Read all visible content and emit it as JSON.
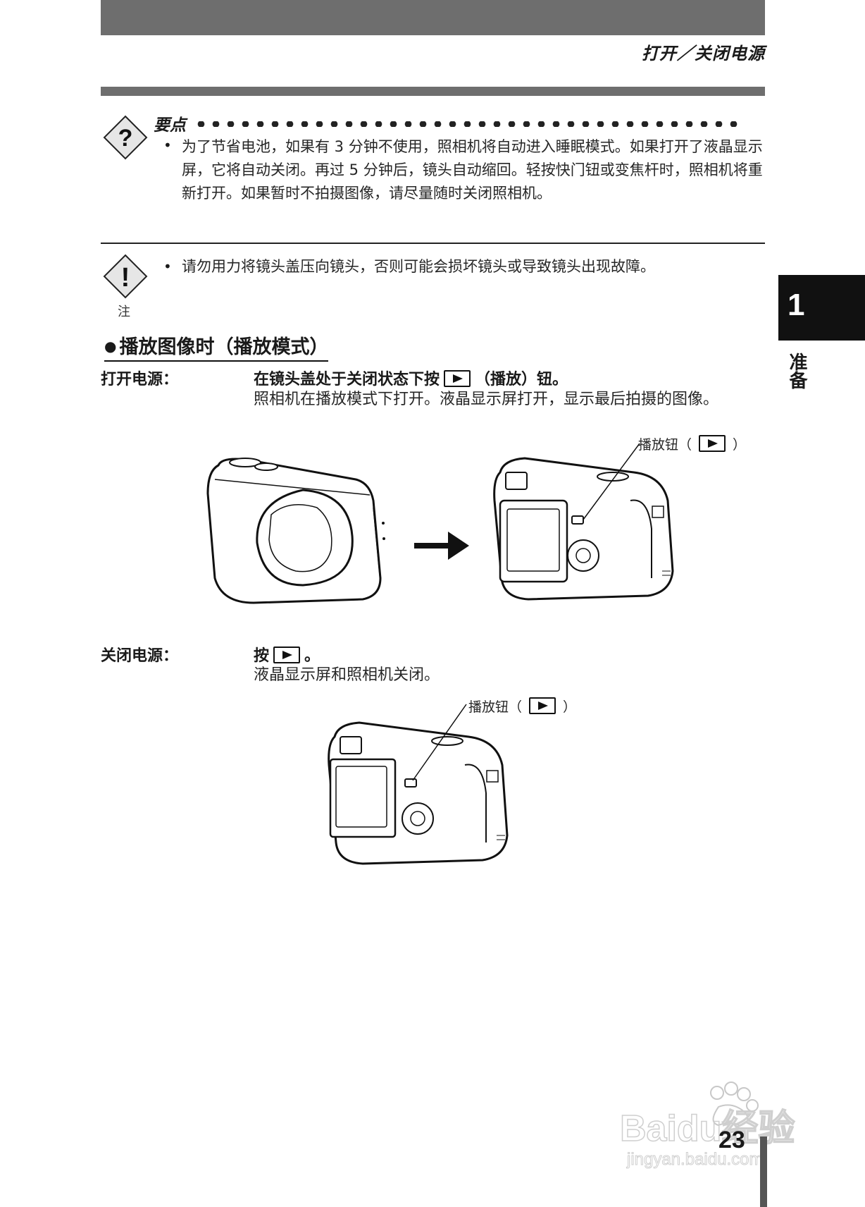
{
  "header": {
    "title": "打开／关闭电源"
  },
  "tip": {
    "title": "要点",
    "text": "为了节省电池，如果有 3 分钟不使用，照相机将自动进入睡眠模式。如果打开了液晶显示屏，它将自动关闭。再过 5 分钟后，镜头自动缩回。轻按快门钮或变焦杆时，照相机将重新打开。如果暂时不拍摄图像，请尽量随时关闭照相机。"
  },
  "note": {
    "label": "注",
    "text": "请勿用力将镜头盖压向镜头，否则可能会损坏镜头或导致镜头出现故障。"
  },
  "sidebar": {
    "chapter_number": "1",
    "chapter_label": "准备"
  },
  "section": {
    "title": "播放图像时（播放模式）",
    "power_on": {
      "label": "打开电源：",
      "instruction_before": "在镜头盖处于关闭状态下按",
      "instruction_after": "（播放）钮。",
      "body": "照相机在播放模式下打开。液晶显示屏打开，显示最后拍摄的图像。",
      "callout": "播放钮（",
      "callout_end": "）"
    },
    "power_off": {
      "label": "关闭电源：",
      "instruction_before": "按",
      "instruction_after": "。",
      "body": "液晶显示屏和照相机关闭。",
      "callout": "播放钮（",
      "callout_end": "）"
    }
  },
  "footer": {
    "page_number": "23",
    "watermark": "Baidu经验",
    "watermark_url": "jingyan.baidu.com"
  }
}
